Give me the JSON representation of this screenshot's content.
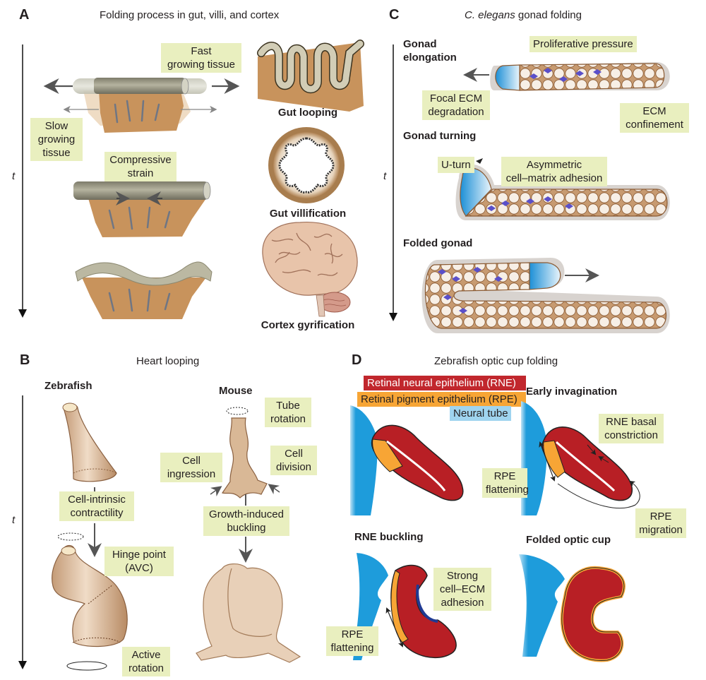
{
  "figure": {
    "panels": {
      "A": {
        "letter": "A",
        "title": "Folding process in gut, villi, and cortex",
        "time_axis": "t",
        "labels": {
          "fast": "Fast\ngrowing tissue",
          "slow": "Slow\ngrowing\ntissue",
          "compressive": "Compressive\nstrain"
        },
        "captions": {
          "gut_looping": "Gut looping",
          "gut_villification": "Gut villification",
          "cortex": "Cortex gyrification"
        }
      },
      "B": {
        "letter": "B",
        "title": "Heart looping",
        "time_axis": "t",
        "subtitles": {
          "zebrafish": "Zebrafish",
          "mouse": "Mouse"
        },
        "labels": {
          "cell_intrinsic": "Cell-intrinsic\ncontractility",
          "hinge": "Hinge point\n(AVC)",
          "active_rotation": "Active\nrotation",
          "tube_rotation": "Tube\nrotation",
          "cell_ingression": "Cell\ningression",
          "cell_division": "Cell\ndivision",
          "growth_buckling": "Growth-induced\nbuckling"
        }
      },
      "C": {
        "letter": "C",
        "title_italic": "C. elegans",
        "title_rest": " gonad folding",
        "time_axis": "t",
        "subtitles": {
          "elongation": "Gonad\nelongation",
          "turning": "Gonad turning",
          "folded": "Folded gonad"
        },
        "labels": {
          "proliferative": "Proliferative pressure",
          "focal_ecm": "Focal ECM\ndegradation",
          "ecm_confinement": "ECM\nconfinement",
          "u_turn": "U-turn",
          "asymmetric": "Asymmetric\ncell–matrix adhesion"
        }
      },
      "D": {
        "letter": "D",
        "title": "Zebrafish optic cup folding",
        "legend": [
          {
            "label": "Retinal neural epithelium (RNE)",
            "color": "#c1272d",
            "text_color": "#ffffff"
          },
          {
            "label": "Retinal pigment epithelium (RPE)",
            "color": "#f7a535",
            "text_color": "#231f20"
          },
          {
            "label": "Neural tube",
            "color": "#9fd4ef",
            "text_color": "#231f20"
          }
        ],
        "subtitles": {
          "early": "Early invagination",
          "buckling": "RNE buckling",
          "folded": "Folded optic cup"
        },
        "labels": {
          "rne_basal": "RNE basal\nconstriction",
          "rpe_flattening_1": "RPE\nflattening",
          "rpe_migration": "RPE\nmigration",
          "strong_adhesion": "Strong\ncell–ECM\nadhesion",
          "rpe_flattening_2": "RPE\nflattening"
        }
      }
    },
    "colors": {
      "label_bg": "#e9efbf",
      "tissue": "#c8935c",
      "tube": "#9c9a86",
      "gonad": "#c9a27e",
      "dtc_blue": "#2a9ad8",
      "rne_red": "#b81f25",
      "rpe_orange": "#f7a535",
      "neural_blue": "#1e9cdb",
      "heart": "#d9b896"
    }
  }
}
